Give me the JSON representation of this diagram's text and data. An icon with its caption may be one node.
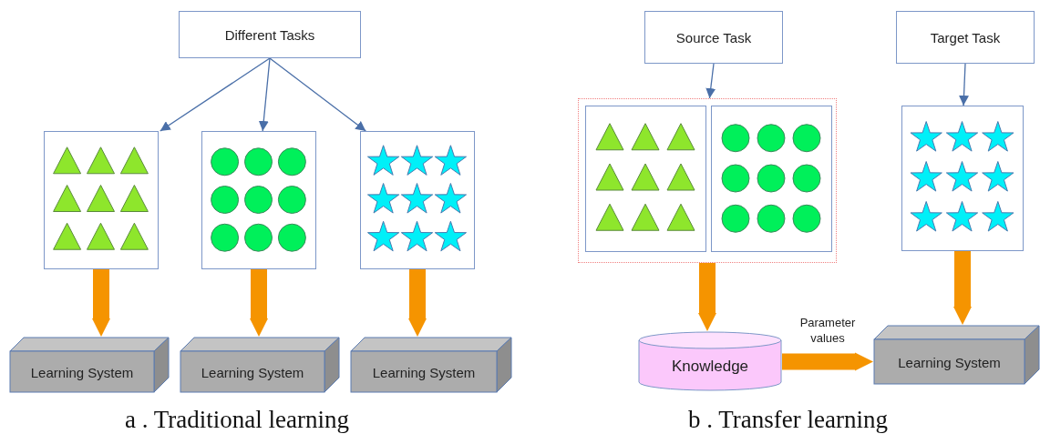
{
  "diagram": {
    "nodes": [
      {
        "text": [
          "Different Tasks"
        ]
      },
      {
        "text": [],
        "shape": "box"
      },
      {
        "text": [],
        "shape": "box"
      },
      {
        "text": [],
        "shape": "box"
      },
      {
        "text": [
          "Learning System"
        ]
      },
      {
        "text": [
          "Learning System"
        ]
      },
      {
        "text": [
          "Learning System"
        ]
      },
      {
        "text": [
          "Source Task"
        ]
      },
      {
        "text": [
          "Target Task"
        ]
      },
      {
        "text": [],
        "shape": "box"
      },
      {
        "text": [],
        "shape": "box",
        "in": 9
      },
      {
        "text": [],
        "shape": "box",
        "in": 9
      },
      {
        "text": [],
        "shape": "box"
      },
      {
        "text": [
          "Knowledge"
        ]
      },
      {
        "text": [
          "Learning System"
        ]
      }
    ],
    "edges": [
      {
        "from": 0,
        "to": 1,
        "arrow": "to",
        "color": "#4a6fa8"
      },
      {
        "from": 0,
        "to": 2,
        "arrow": "to",
        "color": "#4a6fa8"
      },
      {
        "from": 0,
        "to": 3,
        "arrow": "to",
        "color": "#4a6fa8"
      },
      {
        "from": 1,
        "to": 4,
        "arrow": "to"
      },
      {
        "from": 2,
        "to": 5,
        "arrow": "to"
      },
      {
        "from": 3,
        "to": 6,
        "arrow": "to"
      },
      {
        "from": 7,
        "to": 9,
        "arrow": "to",
        "color": "#4a6fa8"
      },
      {
        "from": 8,
        "to": 12,
        "arrow": "to",
        "color": "#4a6fa8"
      },
      {
        "from": 9,
        "to": 13,
        "arrow": "to"
      },
      {
        "from": 12,
        "to": 14,
        "arrow": "to"
      },
      {
        "from": 13,
        "to": 14,
        "arrow": "to",
        "label": "Parameter values"
      }
    ],
    "labels": [
      "a . Traditional learning",
      "b . Transfer learning"
    ]
  }
}
